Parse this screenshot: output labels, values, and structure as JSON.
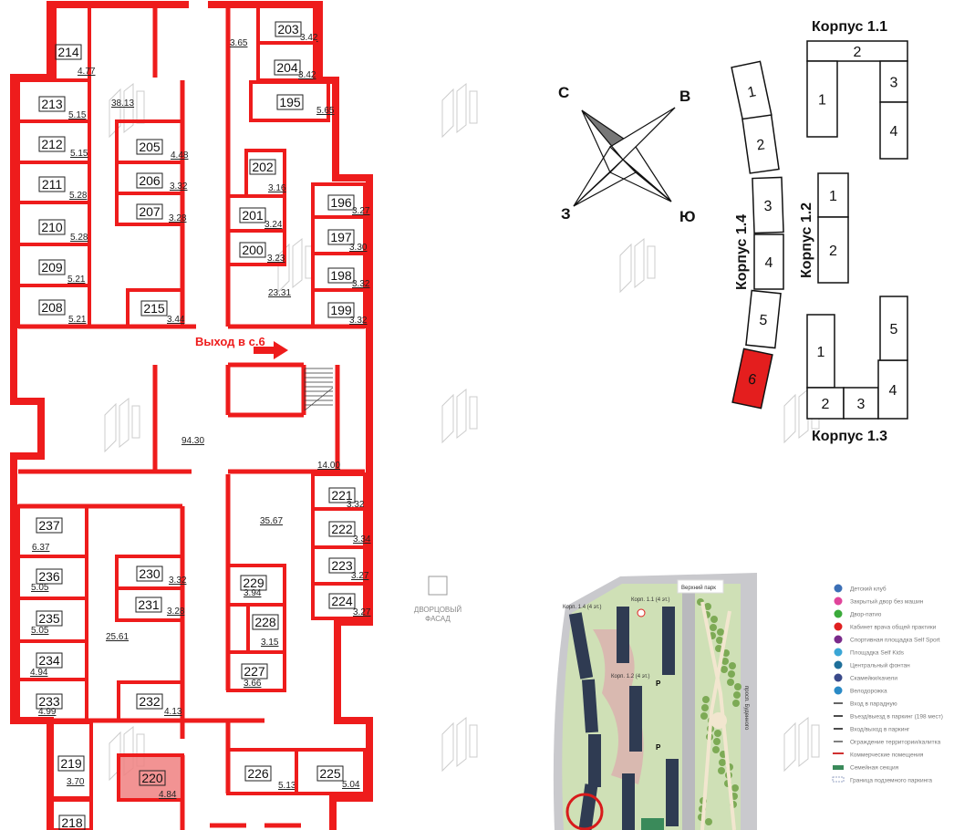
{
  "plan": {
    "exit_label": "Выход в с.6",
    "highlight_color": "#f08080",
    "wall_color": "#ee1c1c",
    "common_areas": [
      "38.13",
      "3.65",
      "23.31",
      "94.30",
      "14.00",
      "35.67",
      "25.61"
    ],
    "rooms": [
      {
        "id": "214",
        "area": "4.77"
      },
      {
        "id": "213",
        "area": "5.15"
      },
      {
        "id": "212",
        "area": "5.15"
      },
      {
        "id": "211",
        "area": "5.28"
      },
      {
        "id": "210",
        "area": "5.28"
      },
      {
        "id": "209",
        "area": "5.21"
      },
      {
        "id": "208",
        "area": "5.21"
      },
      {
        "id": "205",
        "area": "4.48"
      },
      {
        "id": "206",
        "area": "3.32"
      },
      {
        "id": "207",
        "area": "3.28"
      },
      {
        "id": "215",
        "area": "3.44"
      },
      {
        "id": "203",
        "area": "3.42"
      },
      {
        "id": "204",
        "area": "3.42"
      },
      {
        "id": "195",
        "area": "5.65"
      },
      {
        "id": "202",
        "area": "3.16"
      },
      {
        "id": "201",
        "area": "3.24"
      },
      {
        "id": "200",
        "area": "3.23"
      },
      {
        "id": "196",
        "area": "3.27"
      },
      {
        "id": "197",
        "area": "3.30"
      },
      {
        "id": "198",
        "area": "3.32"
      },
      {
        "id": "199",
        "area": "3.32"
      },
      {
        "id": "221",
        "area": "3.32"
      },
      {
        "id": "222",
        "area": "3.34"
      },
      {
        "id": "223",
        "area": "3.27"
      },
      {
        "id": "224",
        "area": "3.27"
      },
      {
        "id": "237",
        "area": "6.37"
      },
      {
        "id": "236",
        "area": "5.05"
      },
      {
        "id": "235",
        "area": "5.05"
      },
      {
        "id": "234",
        "area": "4.94"
      },
      {
        "id": "233",
        "area": "4.99"
      },
      {
        "id": "230",
        "area": "3.32"
      },
      {
        "id": "231",
        "area": "3.28"
      },
      {
        "id": "232",
        "area": "4.13"
      },
      {
        "id": "229",
        "area": "3.94"
      },
      {
        "id": "228",
        "area": "3.15"
      },
      {
        "id": "227",
        "area": "3.66"
      },
      {
        "id": "219",
        "area": "3.70"
      },
      {
        "id": "220",
        "area": "4.84",
        "selected": true
      },
      {
        "id": "226",
        "area": "5.13"
      },
      {
        "id": "225",
        "area": "5.04"
      },
      {
        "id": "218",
        "area": ""
      }
    ]
  },
  "compass": {
    "n": "С",
    "e": "В",
    "w": "З",
    "s": "Ю"
  },
  "buildings": {
    "k11": {
      "title": "Корпус 1.1",
      "sections": [
        "1",
        "2",
        "3",
        "4"
      ]
    },
    "k12": {
      "title": "Корпус 1.2",
      "sections": [
        "1",
        "2"
      ]
    },
    "k13": {
      "title": "Корпус 1.3",
      "sections": [
        "1",
        "2",
        "3",
        "4",
        "5"
      ]
    },
    "k14": {
      "title": "Корпус 1.4",
      "sections": [
        "1",
        "2",
        "3",
        "4",
        "5",
        "6"
      ]
    },
    "selected_section": "6",
    "selected_color": "#e41e1e"
  },
  "brand": {
    "line1": "ДВОРЦОВЫЙ",
    "line2": "ФАСАД"
  },
  "sitemap": {
    "park": "Верхний парк",
    "k14": "Корп. 1.4 (4 эт.)",
    "k11": "Корп. 1.1 (4 эт.)",
    "k12": "Корп. 1.2 (4 эт.)",
    "street": "просп. Буденного",
    "parking": "P"
  },
  "legend": [
    {
      "label": "Детский клуб",
      "color": "#3b6fb6"
    },
    {
      "label": "Закрытый двор без машин",
      "color": "#e0449a"
    },
    {
      "label": "Двор-патио",
      "color": "#3aaa3a"
    },
    {
      "label": "Кабинет врача общей практики",
      "color": "#e02020"
    },
    {
      "label": "Спортивная площадка Self Sport",
      "color": "#7a2a8a"
    },
    {
      "label": "Площадка Self Kids",
      "color": "#3aa6d6"
    },
    {
      "label": "Центральный фонтан",
      "color": "#1f6f9a"
    },
    {
      "label": "Скамейки/качели",
      "color": "#3a4a8a"
    },
    {
      "label": "Велодорожка",
      "color": "#2a8ac6"
    },
    {
      "label": "Вход в парадную",
      "color": "#333333"
    },
    {
      "label": "Въезд/выезд в паркинг (198 мест)",
      "color": "#111111"
    },
    {
      "label": "Вход/выход в паркинг",
      "color": "#111111"
    },
    {
      "label": "Ограждение территории/калитка",
      "color": "#555555"
    },
    {
      "label": "Коммерческие помещения",
      "color": "#d03030"
    },
    {
      "label": "Семейная секция",
      "color": "#3a8a5a"
    },
    {
      "label": "Граница подземного паркинга",
      "color": "#9aa6c6"
    }
  ]
}
